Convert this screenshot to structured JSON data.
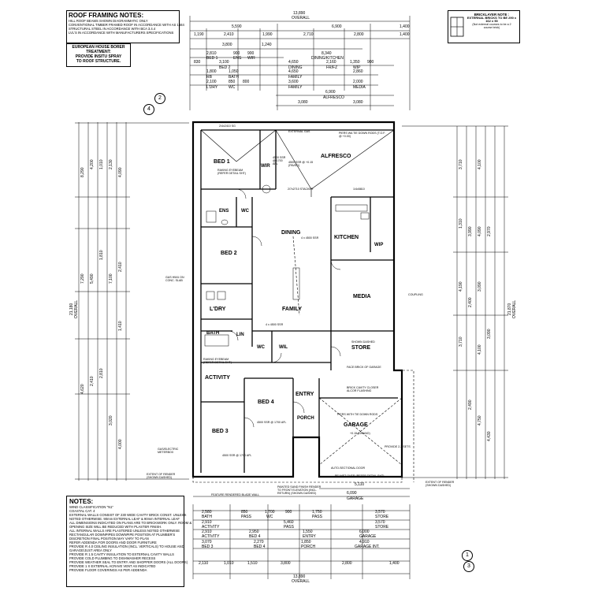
{
  "roof_notes": {
    "title": "ROOF FRAMING NOTES:",
    "lines": [
      "HILL ROOF BEAMS SHOWN DIAGRAMMATIC ONLY",
      "CONVENTIONAL TIMBER FRAMED ROOF IN ACCORDANCE WITH AS 1684",
      "STRUCTURAL STEEL IN ACCORDANCE WITH BCA 3.4.4",
      "LVL'S IN ACCORDANCE WITH MANUFACTURERS SPECIFICATIONS"
    ]
  },
  "borer_note": {
    "lines": [
      "EUROPEAN HOUSE BORER",
      "TREATMENT:",
      "PROVIDE INSITU SPRAY",
      "TO ROOF STRUCTURE."
    ]
  },
  "brick_note": {
    "title": "BRICKLAYER NOTE :",
    "lines": [
      "EXTERNAL BRICKS TO BE 290 x",
      "162 x 90",
      "(Not external courses to be a 2",
      "course brick)"
    ]
  },
  "top_dims": {
    "overall": "13,890",
    "overall_label": "OVERALL",
    "row1": [
      "5,590",
      "6,900",
      "1,400"
    ],
    "row2": [
      "1,190",
      "2,410",
      "1,990",
      "2,710",
      "2,800",
      "1,400"
    ],
    "row3_a": "3,800",
    "row3_b": "1,240",
    "row3_c": "8,340",
    "row3_label": "DINING/KITCHEN",
    "row4": [
      "2,810",
      "900",
      "900"
    ],
    "row4_labels": [
      "BED 1",
      "ENS",
      "WIR"
    ],
    "row5": [
      "830",
      "3,100",
      "4,650",
      "2,160",
      "1,350",
      "900"
    ],
    "row5_labels": [
      "BED 2",
      "DINING",
      "FR/FZ",
      "WIP"
    ],
    "row6": [
      "1,800",
      "1,050",
      "4,650",
      "2,860"
    ],
    "row6_labels": [
      "RB",
      "BATH",
      "FAMILY"
    ],
    "row7": [
      "2,100",
      "850",
      "800",
      "3,600",
      "2,000"
    ],
    "row7_labels": [
      "L'DRY",
      "WC",
      "FAMILY",
      "MEDIA"
    ],
    "row8": [
      "6,900"
    ],
    "row8_label": "ALFRESCO",
    "row9": [
      "3,080",
      "3,080"
    ]
  },
  "rooms": {
    "bed1": "BED 1",
    "wir": "WIR",
    "alfresco": "ALFRESCO",
    "ens": "ENS",
    "wc": "WC",
    "dining": "DINING",
    "kitchen": "KITCHEN",
    "wip": "WIP",
    "bed2": "BED 2",
    "ldry": "L'DRY",
    "family": "FAMILY",
    "media": "MEDIA",
    "bath": "BATH",
    "lin": "LIN",
    "wil": "WIL",
    "store": "STORE",
    "activity": "ACTIVITY",
    "entry": "ENTRY",
    "bed4": "BED 4",
    "porch": "PORCH",
    "garage": "GARAGE",
    "bed3": "BED 3"
  },
  "plan_labels": {
    "beam_top": "2/4x2410 SG",
    "ext_gas": "EXTERNAL GAS",
    "piers": "PIERS WA TIE DOWN RODS (T.O.F. @ +0.00)",
    "alfresco_ssr": "4500 SSR @ +0.15 (PAVED)",
    "bed1_raking": "RAKING EYEBEAM (REFER DETAIL SHT)",
    "bed1_ssr": "4500 SSR @ 1700 AFL",
    "stacker": "2/7x2710 STACKER",
    "beam_right": "1/4x5810",
    "dining_beam": "4 x 4500 SSR",
    "family_beam": "4 x 4500 SSR",
    "coupling": "COUPLING",
    "store_note": "SHOWN DASHED",
    "garage_note": "PIERS WITH TIE DOWN RODS",
    "garage_fl": "+0.15 (GRANO)",
    "auto_door": "AUTO-SECTIONAL DOOR",
    "pelmet": "PELMET OVER (REFER DETAIL SHT)",
    "gas_meter": "GAS/ELECTRIC METERBOX",
    "render_left": "EXTENT OF RENDER (SHOWN DASHED)",
    "render_right": "EXTENT OF RENDER (SHOWN DASHED)",
    "feature": "FEATURE RENDERED BLADE WALL",
    "painted": "PAINTED SAND FINISH RENDER TO FRONT ELEVATION (INCL. RETURN) (SHOWN DASHED)",
    "gas_hwu": "GAS HWU ON CONC. SLAB",
    "activity_raking": "RAKING EYEBEAM (REFER DETAIL SHT)",
    "bed3_ssr": "4500 SSR @ 1700 AFL",
    "bed4_ssr": "4500 SSR @ 1700 AFL",
    "brick_closer": "BRICK CAVITY CLOSER ALCOR FLASHING",
    "face_brick": "FACE BRICK OF GARAGE",
    "provide": "PROVIDE 2-3 SETS"
  },
  "marker_top": {
    "n1": "4",
    "n2": "2"
  },
  "marker_bot": {
    "n1": "1",
    "n2": "3"
  },
  "left_dims": [
    "8,290",
    "4,200",
    "1,010",
    "1,810",
    "2,130",
    "4,090",
    "7,290",
    "5,490",
    "7,100",
    "2,410",
    "1,410",
    "4,620",
    "2,410",
    "2,810",
    "3,020",
    "4,000"
  ],
  "left_overall": "21,180",
  "left_overall_label": "OVERALL",
  "right_dims": [
    "3,710",
    "4,100",
    "3,990",
    "1,310",
    "4,090",
    "2,970",
    "4,190",
    "3,090",
    "2,400",
    "3,090",
    "3,710",
    "4,100",
    "2,490",
    "4,750",
    "4,430"
  ],
  "right_overall": "21,870",
  "right_overall_label": "OVERALL",
  "bottom_dims": {
    "r1_a": "5,110",
    "r1_b": "6,090",
    "r1_label": "GARAGE",
    "r2": [
      "2,580",
      "850",
      "1,700",
      "900",
      "1,750",
      "3,570"
    ],
    "r2_labels": [
      "BATH",
      "PASS",
      "WC",
      "PASS",
      "STORE"
    ],
    "r3": [
      "2,910",
      "5,460",
      "3,570"
    ],
    "r3_labels": [
      "ACTIVITY",
      "PASS",
      "STORE"
    ],
    "r4": [
      "2,910",
      "2,950",
      "1,550",
      "6,000"
    ],
    "r4_labels": [
      "ACTIVITY",
      "BED 4",
      "ENTRY",
      "GARAGE"
    ],
    "r5": [
      "3,070",
      "2,270",
      "1,850",
      "4,910"
    ],
    "r5_labels": [
      "BED 3",
      "BED 4",
      "PORCH",
      "GARAGE INT."
    ],
    "r6": [
      "2,110",
      "1,010",
      "1,510",
      "3,800",
      "2,800",
      "1,400"
    ],
    "overall": "13,890",
    "overall_label": "OVERALL"
  },
  "notes": {
    "title": "NOTES:",
    "lines": [
      "WIND CLASSIFICATION \"N1\"",
      "COASTAL CAT. 4",
      "EXTERNAL WALLS CONSIST OF 230 WIDE CAVITY BRICK CONST. UNLESS",
      "NOTED OTHERWISE. 90mm EXTERNAL LEAF & 90mm INTERNAL LEAF",
      "ALL DIMENSIONS INDICATED ON PLANS ARE TO BRICKWORK ONLY. ROOM &",
      "OPENING SIZE WILL BE REDUCED WITH PLASTER FINISH.",
      "ALL INTERNAL WALLS ARE PLASTERED UNLESS NOTED OTHERWISE",
      "RECTANGULAR DOWNPIPES DOWNPIPE POSITION AT PLUMBER'S",
      "DISCRETION FINAL POSITION MAY VARY TO PLAN",
      "REFER ADDENDA FOR DOORS AND DOOR FURNITURE",
      "PROVIDE R 4.0 CEILING INSULATION (INCL. VERTICALS) TO HOUSE AND",
      "GARAGE/JUST AREA ONLY",
      "PROVIDE R 1.5 CAVITY INSULATION TO EXTERNAL CAVITY WALLS",
      "PROVIDE COLD PLUMBING TO DISHWASHER RECESS",
      "PROVIDE WEATHER SEAL TO ENTRY AND SHOPPER DOORS (ALL DOORS)",
      "PROVIDE 1 X EXTERNAL ACRAVE VENT AS INDICATED",
      "PROVIDE FLOOR COVERINGS AS PER ADDENDA"
    ]
  }
}
